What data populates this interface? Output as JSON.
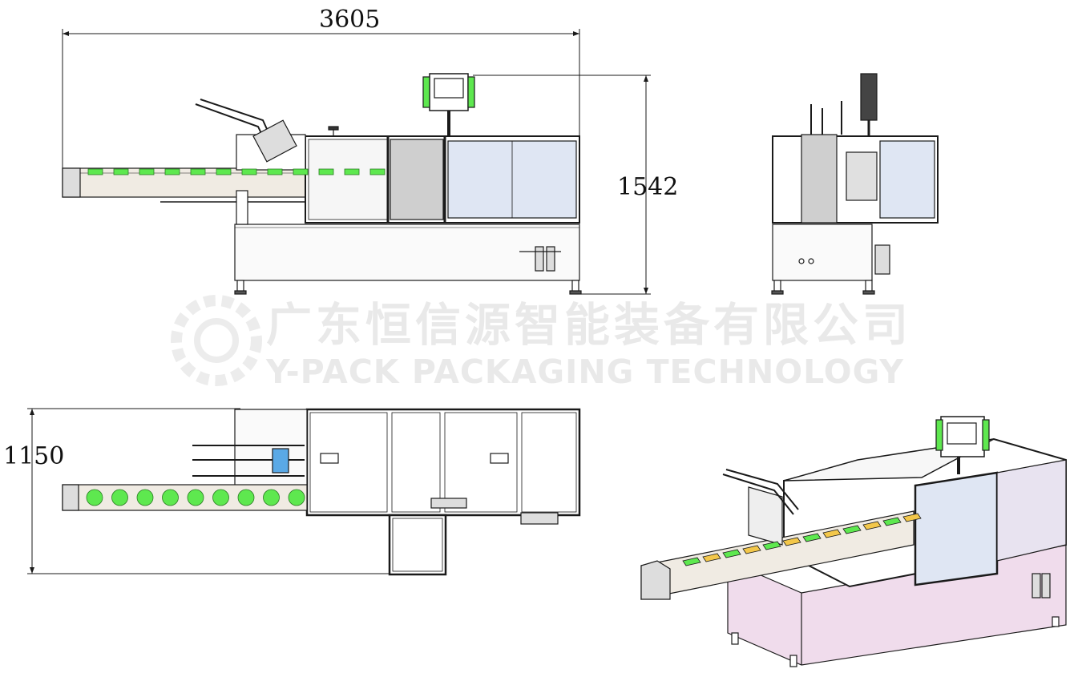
{
  "dimensions": {
    "overall_length": "3605",
    "overall_height": "1542",
    "overall_width": "1150"
  },
  "watermark": {
    "company_cn": "广东恒信源智能装备有限公司",
    "company_en": "Y-PACK PACKAGING TECHNOLOGY"
  },
  "colors": {
    "line": "#1a1a1a",
    "product": "#5ee84f",
    "panel_glass": "#dfe6f3",
    "panel_grey": "#cfcfcf",
    "conveyor": "#f0ebe3",
    "iso_body": "#f0dcec",
    "carton": "#f3c74a"
  },
  "views": {
    "front": "front-elevation",
    "side": "side-elevation",
    "top": "plan-view",
    "iso": "isometric-view"
  }
}
